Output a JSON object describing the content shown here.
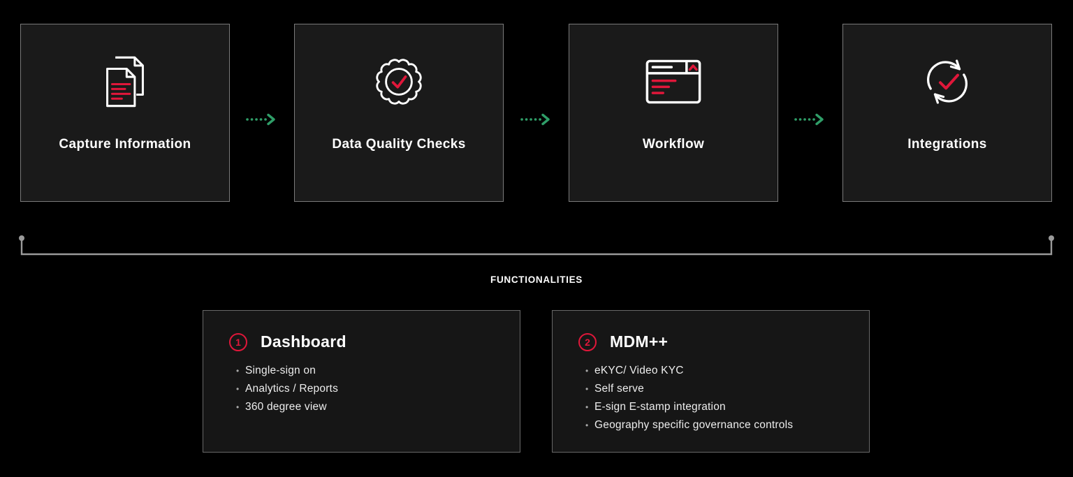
{
  "colors": {
    "accent_red": "#e0173a",
    "arrow_green": "#2f9e68",
    "line_gray": "#9a9a9a"
  },
  "flow": {
    "steps": [
      {
        "label": "Capture Information",
        "icon": "documents-icon"
      },
      {
        "label": "Data Quality Checks",
        "icon": "quality-check-badge-icon"
      },
      {
        "label": "Workflow",
        "icon": "workflow-window-icon"
      },
      {
        "label": "Integrations",
        "icon": "sync-check-icon"
      }
    ]
  },
  "section": {
    "title": "FUNCTIONALITIES"
  },
  "cards": [
    {
      "number": "1",
      "title": "Dashboard",
      "items": [
        "Single-sign on",
        "Analytics / Reports",
        "360 degree view"
      ]
    },
    {
      "number": "2",
      "title": "MDM++",
      "items": [
        "eKYC/ Video KYC",
        "Self serve",
        "E-sign E-stamp integration",
        "Geography specific governance controls"
      ]
    }
  ]
}
